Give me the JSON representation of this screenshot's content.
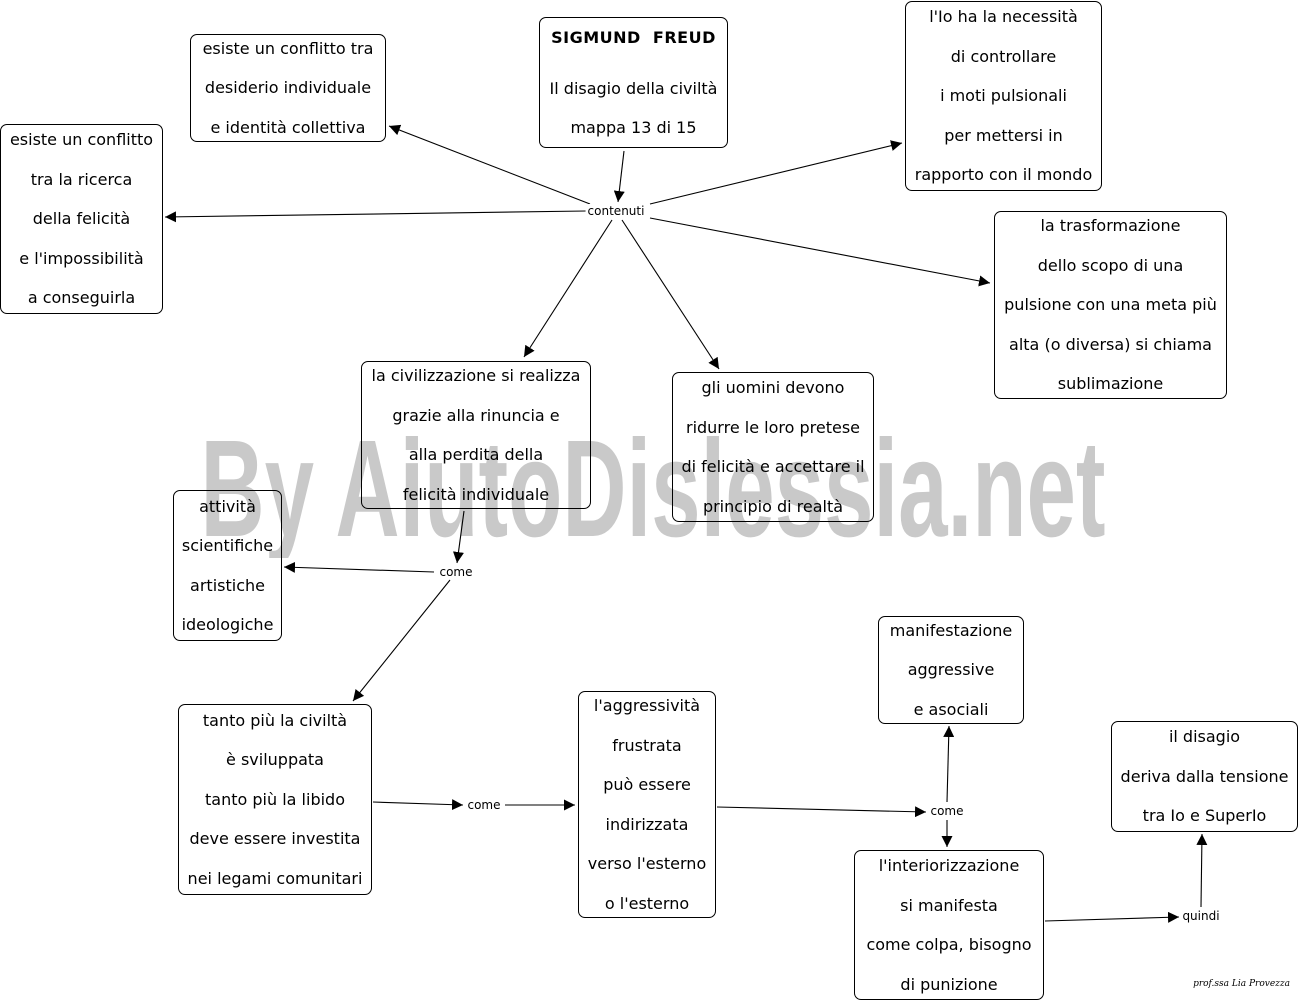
{
  "nodes": {
    "freud": [
      "SIGMUND  FREUD",
      "",
      "Il disagio della civiltà",
      "mappa 13 di 15"
    ],
    "conflitto_desiderio": [
      "esiste un conflitto tra",
      "desiderio individuale",
      "e identità collettiva"
    ],
    "conflitto_felicita": [
      "esiste un conflitto",
      "tra la ricerca",
      "della felicità",
      "e l'impossibilità",
      "a conseguirla"
    ],
    "io_controllo": [
      "l'Io ha la necessità",
      "di controllare",
      "i moti pulsionali",
      "per mettersi in",
      "rapporto con il mondo"
    ],
    "sublimazione": [
      "la trasformazione",
      "dello scopo di una",
      "pulsione con una meta più",
      "alta (o diversa) si chiama",
      "sublimazione"
    ],
    "civilizzazione": [
      "la civilizzazione si realizza",
      "grazie alla rinuncia e",
      "alla perdita della",
      "felicità individuale"
    ],
    "uomini": [
      "gli uomini devono",
      "ridurre le loro pretese",
      "di felicità e accettare il",
      "principio di realtà"
    ],
    "attivita": [
      "attività",
      "scientifiche",
      "artistiche",
      "ideologiche"
    ],
    "civilta_sviluppata": [
      "tanto più la civiltà",
      "è sviluppata",
      "tanto più la libido",
      "deve essere investita",
      "nei legami comunitari"
    ],
    "aggressivita": [
      "l'aggressività",
      "frustrata",
      "può essere",
      "indirizzata",
      "verso l'esterno",
      "o l'esterno"
    ],
    "manifestazione": [
      "manifestazione",
      "aggressive",
      "e asociali"
    ],
    "interiorizzazione": [
      "l'interiorizzazione",
      "si manifesta",
      "come colpa, bisogno",
      "di punizione"
    ],
    "disagio": [
      "il disagio",
      "deriva dalla tensione",
      "tra Io e SuperIo"
    ]
  },
  "links": {
    "contenuti": "contenuti",
    "come1": "come",
    "come2": "come",
    "come3": "come",
    "quindi": "quindi"
  },
  "watermark": "By AiutoDislessia.net",
  "signature": "prof.ssa Lia Provezza"
}
